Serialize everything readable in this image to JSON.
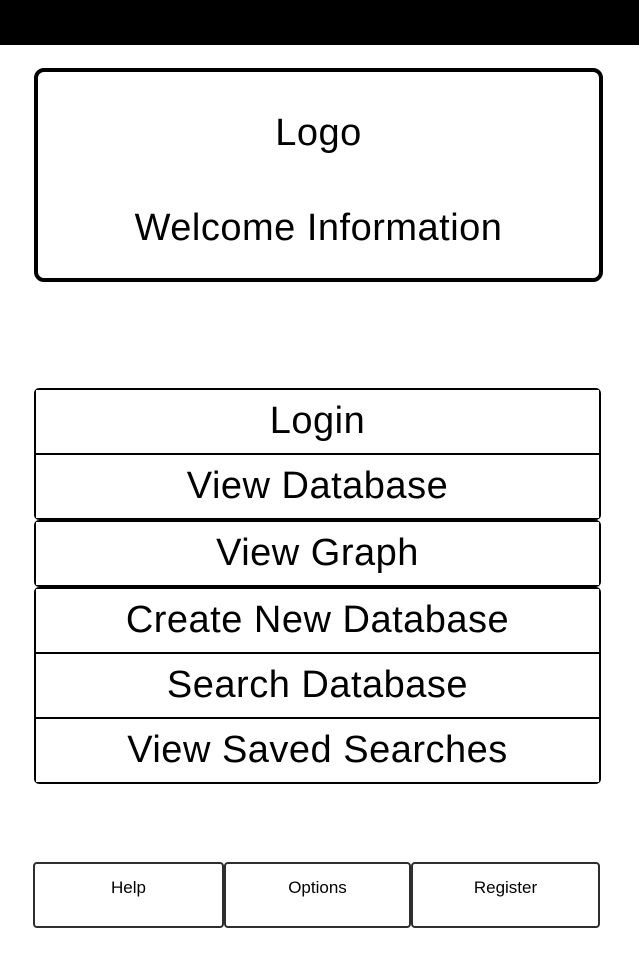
{
  "colors": {
    "top_bar": "#000000",
    "border": "#000000",
    "footer_border": "#2e2e2e",
    "background": "#ffffff",
    "text": "#000000"
  },
  "welcome_box": {
    "logo_label": "Logo",
    "welcome_label": "Welcome Information"
  },
  "menu": {
    "groups": [
      {
        "items": [
          {
            "label": "Login"
          },
          {
            "label": "View Database"
          }
        ]
      },
      {
        "items": [
          {
            "label": "View Graph"
          }
        ]
      },
      {
        "items": [
          {
            "label": "Create New Database"
          },
          {
            "label": "Search Database"
          },
          {
            "label": "View Saved Searches"
          }
        ]
      }
    ]
  },
  "footer": {
    "buttons": [
      {
        "label": "Help"
      },
      {
        "label": "Options"
      },
      {
        "label": "Register"
      }
    ]
  }
}
